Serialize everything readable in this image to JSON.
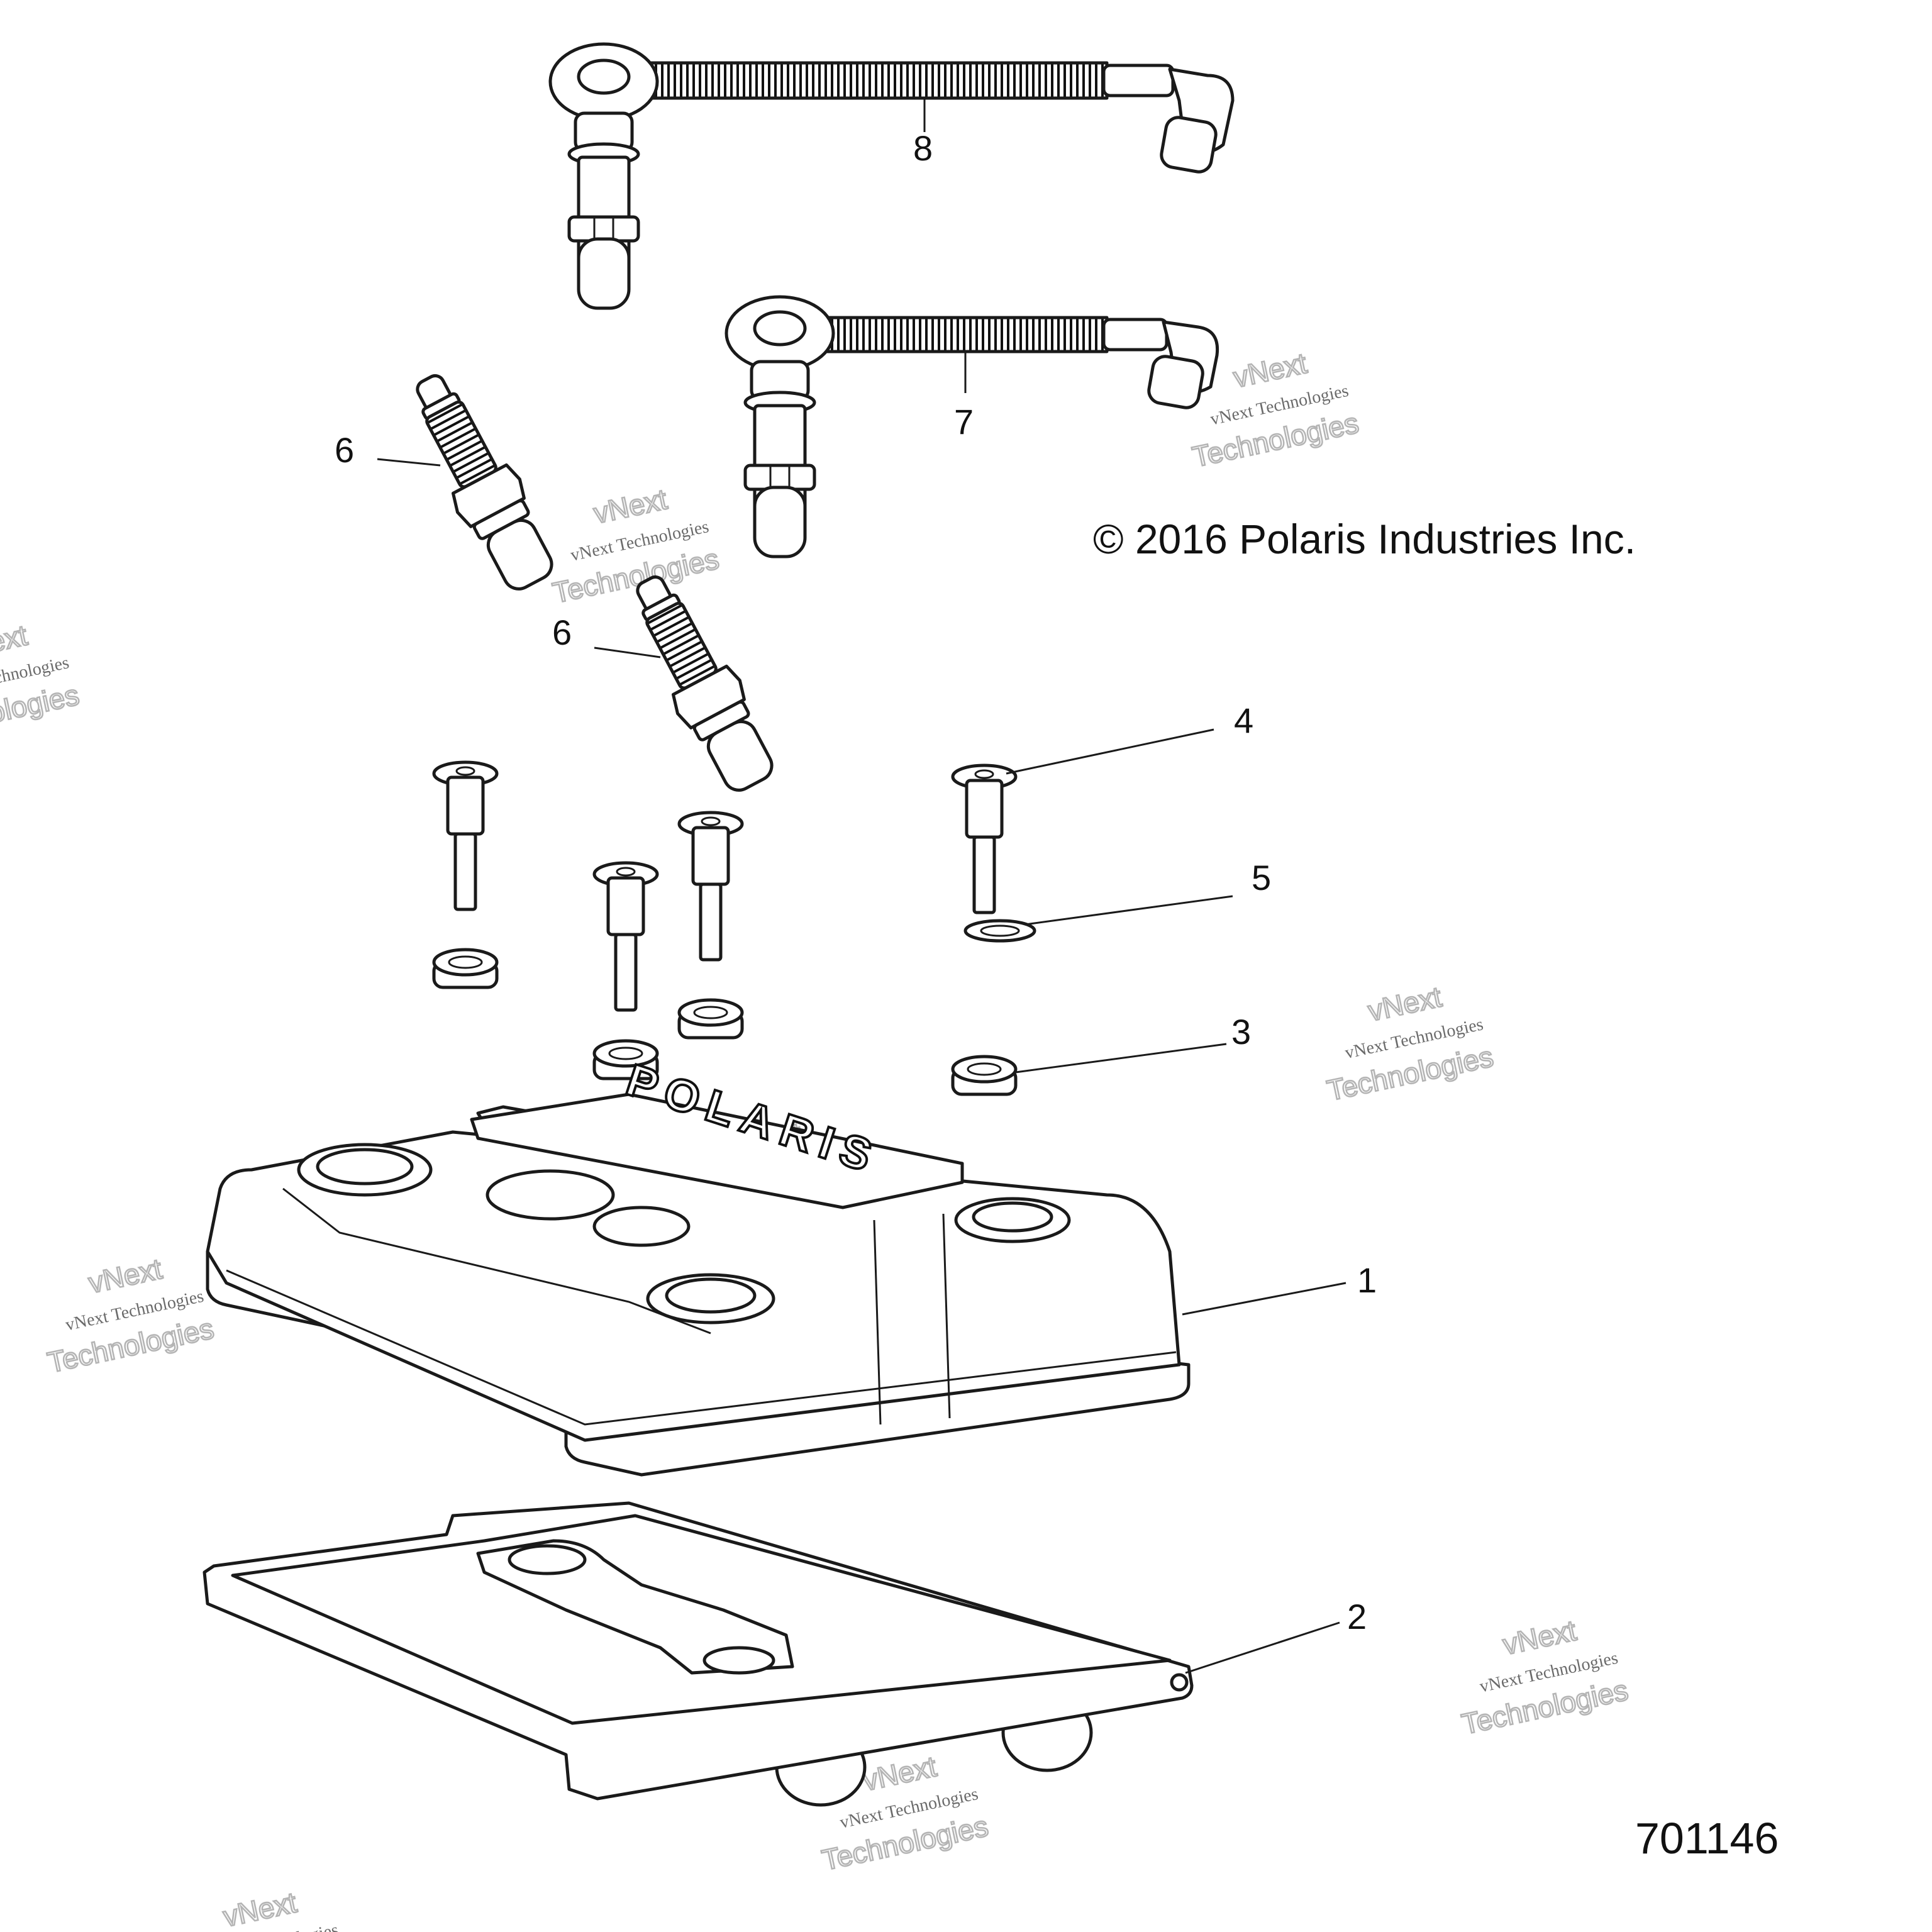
{
  "diagram": {
    "copyright": "© 2016 Polaris Industries Inc.",
    "figure_number": "701146",
    "cover_logo": "POLARIS",
    "callouts": {
      "c1": "1",
      "c2": "2",
      "c3": "3",
      "c4": "4",
      "c5": "5",
      "c6a": "6",
      "c6b": "6",
      "c7": "7",
      "c8": "8"
    },
    "watermark": {
      "brand": "vNext",
      "line": "vNext Technologies",
      "big": "Technologies"
    }
  }
}
